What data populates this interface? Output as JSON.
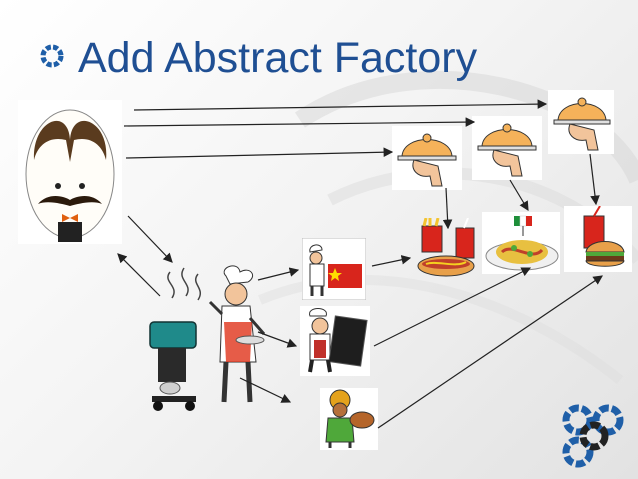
{
  "slide": {
    "title": "Add Abstract Factory",
    "title_color": "#1f4f93",
    "bullet_icon": "ring-bullet-icon",
    "bullet_color": "#1f5fa8"
  },
  "illustrations": {
    "client": "mustache-man-portrait",
    "factory_interface": "barbecue-chef-illustration",
    "concrete_factories": [
      "chinese-chef-with-flag",
      "chef-with-menu-board",
      "indian-chef-with-turkey"
    ],
    "abstract_products": [
      "covered-dish-with-hand",
      "covered-dish-with-hand",
      "covered-dish-with-hand"
    ],
    "concrete_products": [
      "hotdog-fries-soda-meal",
      "italian-pasta-plate",
      "burger-and-soda-meal"
    ]
  },
  "logo": {
    "name": "blue-chain-logo",
    "color": "#1f5fa8"
  }
}
